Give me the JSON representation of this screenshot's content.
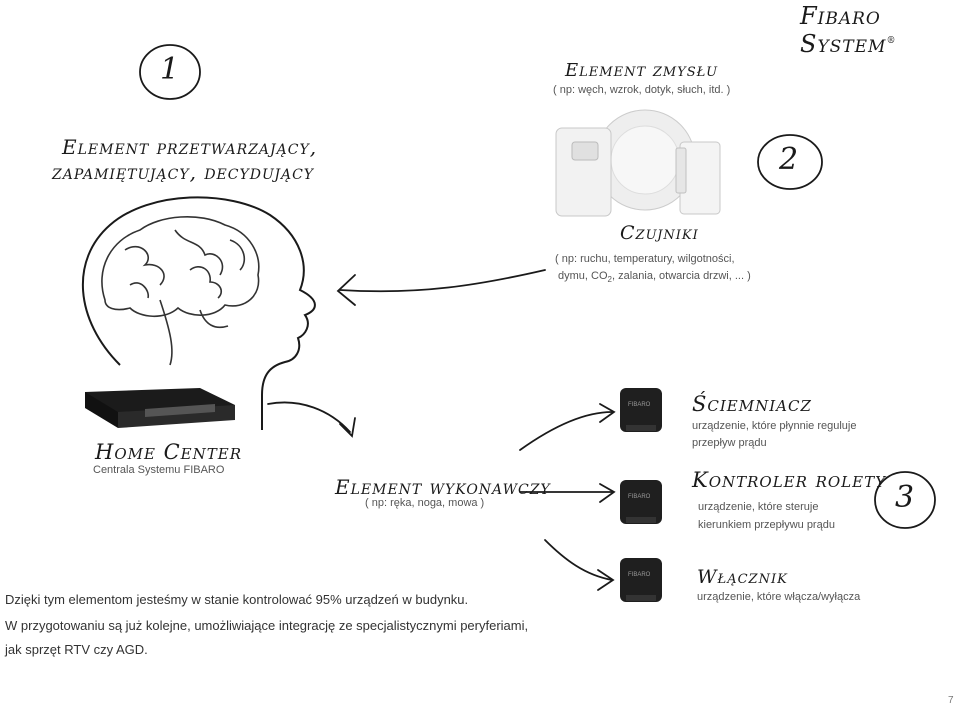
{
  "brand": {
    "name": "Fibaro System",
    "mark": "®"
  },
  "steps": [
    "1",
    "2",
    "3"
  ],
  "sense": {
    "title": "Element zmysłu",
    "desc": "( np: węch, wzrok, dotyk, słuch, itd. )"
  },
  "processing": {
    "line1": "Element przetwarzający,",
    "line2": "zapamiętujący, decydujący"
  },
  "sensors": {
    "title": "Czujniki",
    "desc1": "( np: ruchu, temperatury, wilgotności,",
    "desc2": "dymu, CO",
    "desc2_sub": "2",
    "desc2_rest": ", zalania, otwarcia drzwi, ... )"
  },
  "homecenter": {
    "title": "Home Center",
    "sub": "Centrala Systemu FIBARO"
  },
  "executive": {
    "title": "Element wykonawczy",
    "desc": "( np: ręka, noga, mowa )"
  },
  "dimmer": {
    "title": "Ściemniacz",
    "desc1": "urządzenie, które płynnie reguluje",
    "desc2": "przepływ prądu"
  },
  "roller": {
    "title": "Kontroler rolety",
    "desc1": "urządzenie, które steruje",
    "desc2": "kierunkiem przepływu prądu"
  },
  "switch": {
    "title": "Włącznik",
    "desc": "urządzenie, które włącza/wyłącza"
  },
  "footer": {
    "line1": "Dzięki tym elementom jesteśmy w stanie kontrolować 95% urządzeń w budynku.",
    "line2": "W przygotowaniu są już kolejne, umożliwiające integrację ze specjalistycznymi peryferiami,",
    "line3": "jak sprzęt RTV czy AGD."
  },
  "module_label": "FIBARO",
  "page_number": "7"
}
